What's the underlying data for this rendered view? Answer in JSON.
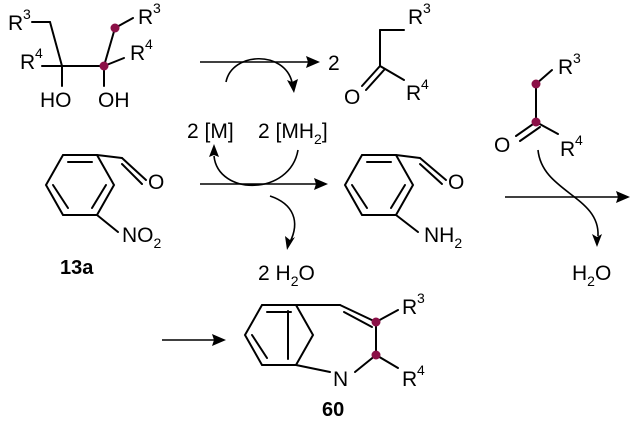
{
  "labels": {
    "r3": "R",
    "r4": "R",
    "sup3": "3",
    "sup4": "4",
    "ho": "HO",
    "oh": "OH",
    "o": "O",
    "n": "N",
    "nh": "NH",
    "no": "NO",
    "sub2": "2",
    "coef2": "2",
    "m": "2 [M]",
    "mh_pre": "2 [MH",
    "mh_post": "]",
    "h2o_1": "2 H",
    "h2o_2": "O",
    "h": "H",
    "water_o": "O"
  },
  "compounds": {
    "nitro": "13a",
    "quinoline": "60"
  },
  "colors": {
    "highlight_dot": "#8b1047"
  }
}
